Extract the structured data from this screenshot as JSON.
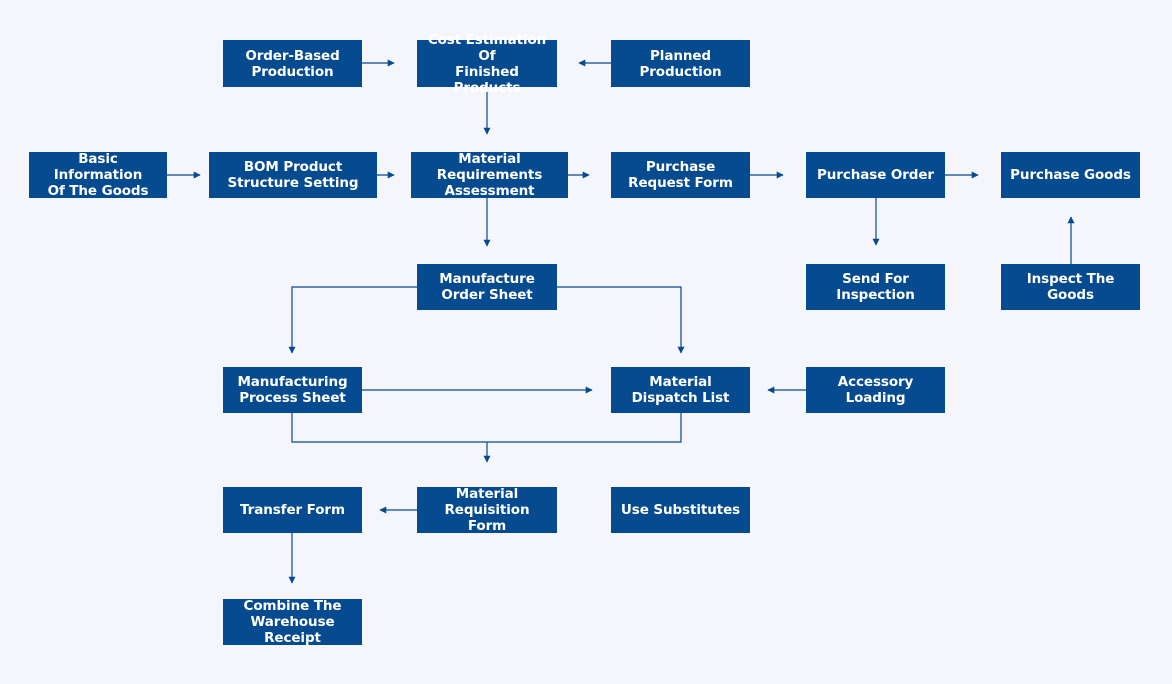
{
  "nodes": {
    "order_based_production": "Order-Based\nProduction",
    "cost_estimation": "Cost Estimation Of\nFinished Products",
    "planned_production": "Planned\nProduction",
    "basic_information": "Basic Information\nOf The Goods",
    "bom_product_structure": "BOM Product\nStructure Setting",
    "material_requirements": "Material Requirements\nAssessment",
    "purchase_request_form": "Purchase\nRequest Form",
    "purchase_order": "Purchase Order",
    "purchase_goods": "Purchase Goods",
    "manufacture_order_sheet": "Manufacture\nOrder Sheet",
    "send_for_inspection": "Send For Inspection",
    "inspect_the_goods": "Inspect The Goods",
    "manufacturing_process_sheet": "Manufacturing\nProcess Sheet",
    "material_dispatch_list": "Material\nDispatch List",
    "accessory_loading": "Accessory Loading",
    "transfer_form": "Transfer Form",
    "material_requisition_form": "Material Requisition\nForm",
    "use_substitutes": "Use Substitutes",
    "combine_warehouse_receipt": "Combine The\nWarehouse Receipt"
  },
  "colors": {
    "background": "#f4f6fb",
    "node_fill": "#064a8f",
    "node_text": "#ffffff",
    "connector": "#064a8f"
  }
}
